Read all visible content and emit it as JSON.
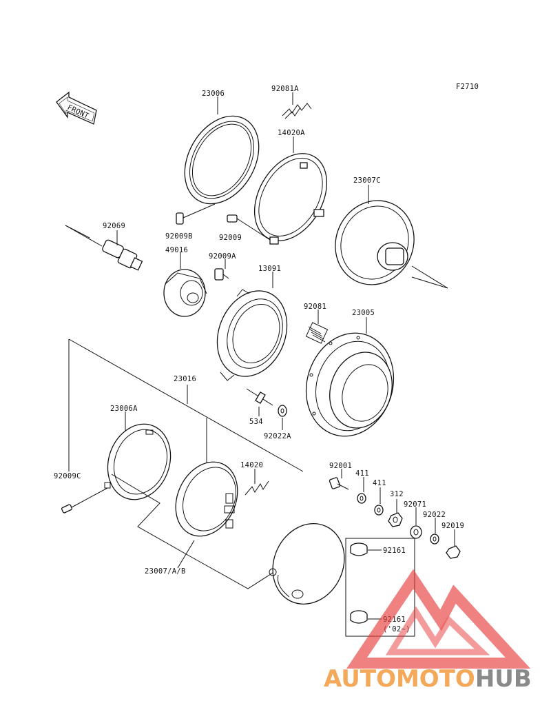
{
  "diagram": {
    "fig_code": "F2710",
    "front_label": "FRONT",
    "part_labels": {
      "p23006": "23006",
      "p92081A": "92081A",
      "p14020A": "14020A",
      "p23007C": "23007C",
      "p92069": "92069",
      "p92009B": "92009B",
      "p92009": "92009",
      "p49016": "49016",
      "p92009A": "92009A",
      "p13091": "13091",
      "p92081": "92081",
      "p23005": "23005",
      "p23016": "23016",
      "p23006A": "23006A",
      "p534": "534",
      "p92022A": "92022A",
      "p14020": "14020",
      "p92001": "92001",
      "p411a": "411",
      "p411b": "411",
      "p312": "312",
      "p92071": "92071",
      "p92022": "92022",
      "p92019": "92019",
      "p92009C": "92009C",
      "p92161a": "92161",
      "p92161b": "92161",
      "p92161b_note": "('02~)",
      "p23007AB": "23007/A/B"
    }
  },
  "watermark": {
    "part1": "AUTOMOTO",
    "part2": "HUB",
    "color1": "#f4a95a",
    "color2": "#8a8a8a",
    "logo_color": "#e83a3a"
  }
}
